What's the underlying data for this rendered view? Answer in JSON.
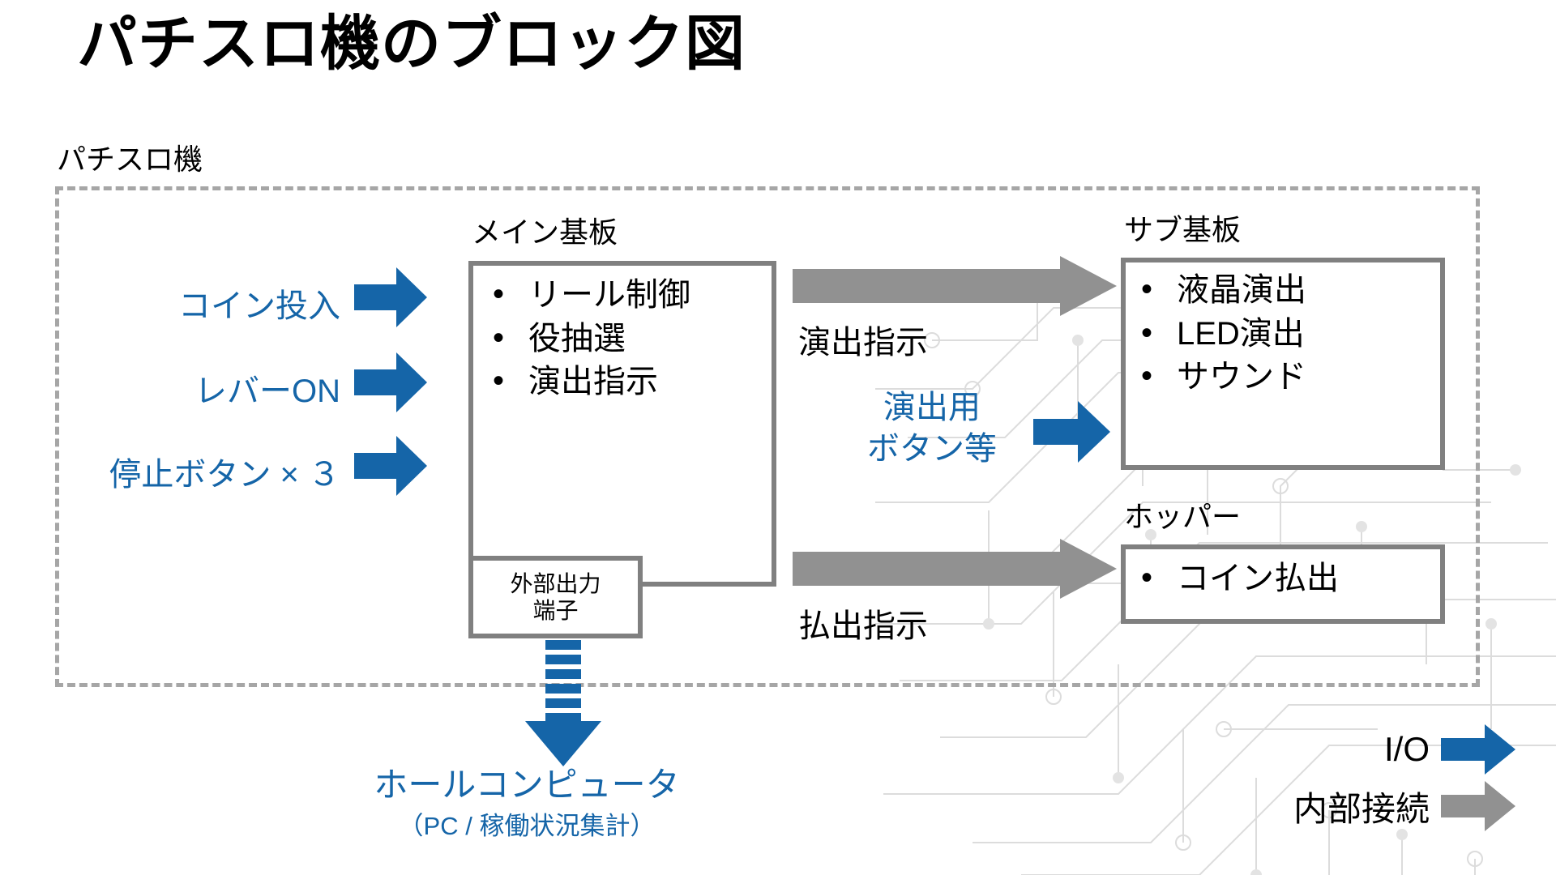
{
  "title": "パチスロ機のブロック図",
  "enclosure": {
    "label": "パチスロ機"
  },
  "inputs": [
    {
      "label": "コイン投入",
      "arrow": "arrow-right-blue-icon"
    },
    {
      "label": "レバーON",
      "arrow": "arrow-right-blue-icon"
    },
    {
      "label": "停止ボタン × ３",
      "arrow": "arrow-right-blue-icon"
    }
  ],
  "main_board": {
    "caption": "メイン基板",
    "items": [
      "リール制御",
      "役抽選",
      "演出指示"
    ],
    "terminal": {
      "line1": "外部出力",
      "line2": "端子"
    }
  },
  "sub_board": {
    "caption": "サブ基板",
    "items": [
      "液晶演出",
      "LED演出",
      "サウンド"
    ]
  },
  "hopper": {
    "caption": "ホッパー",
    "items": [
      "コイン払出"
    ]
  },
  "flows": [
    {
      "label": "演出指示",
      "arrow": "arrow-right-grey-icon"
    },
    {
      "label": "払出指示",
      "arrow": "arrow-right-grey-icon"
    }
  ],
  "button_input": {
    "line1": "演出用",
    "line2": "ボタン等",
    "arrow": "arrow-right-blue-icon"
  },
  "external_output": {
    "arrow": "arrow-down-striped-blue-icon",
    "target_main": "ホールコンピュータ",
    "target_sub": "（PC / 稼働状況集計）"
  },
  "legend": {
    "items": [
      {
        "label": "I/O",
        "arrow": "arrow-right-blue-icon",
        "color": "#1565A8"
      },
      {
        "label": "内部接続",
        "arrow": "arrow-right-grey-icon",
        "color": "#919191"
      }
    ]
  },
  "colors": {
    "accent_blue": "#1565A8",
    "arrow_grey": "#919191",
    "board_border": "#808080",
    "enclosure_dash": "#a6a6a6",
    "text_black": "#000000"
  }
}
